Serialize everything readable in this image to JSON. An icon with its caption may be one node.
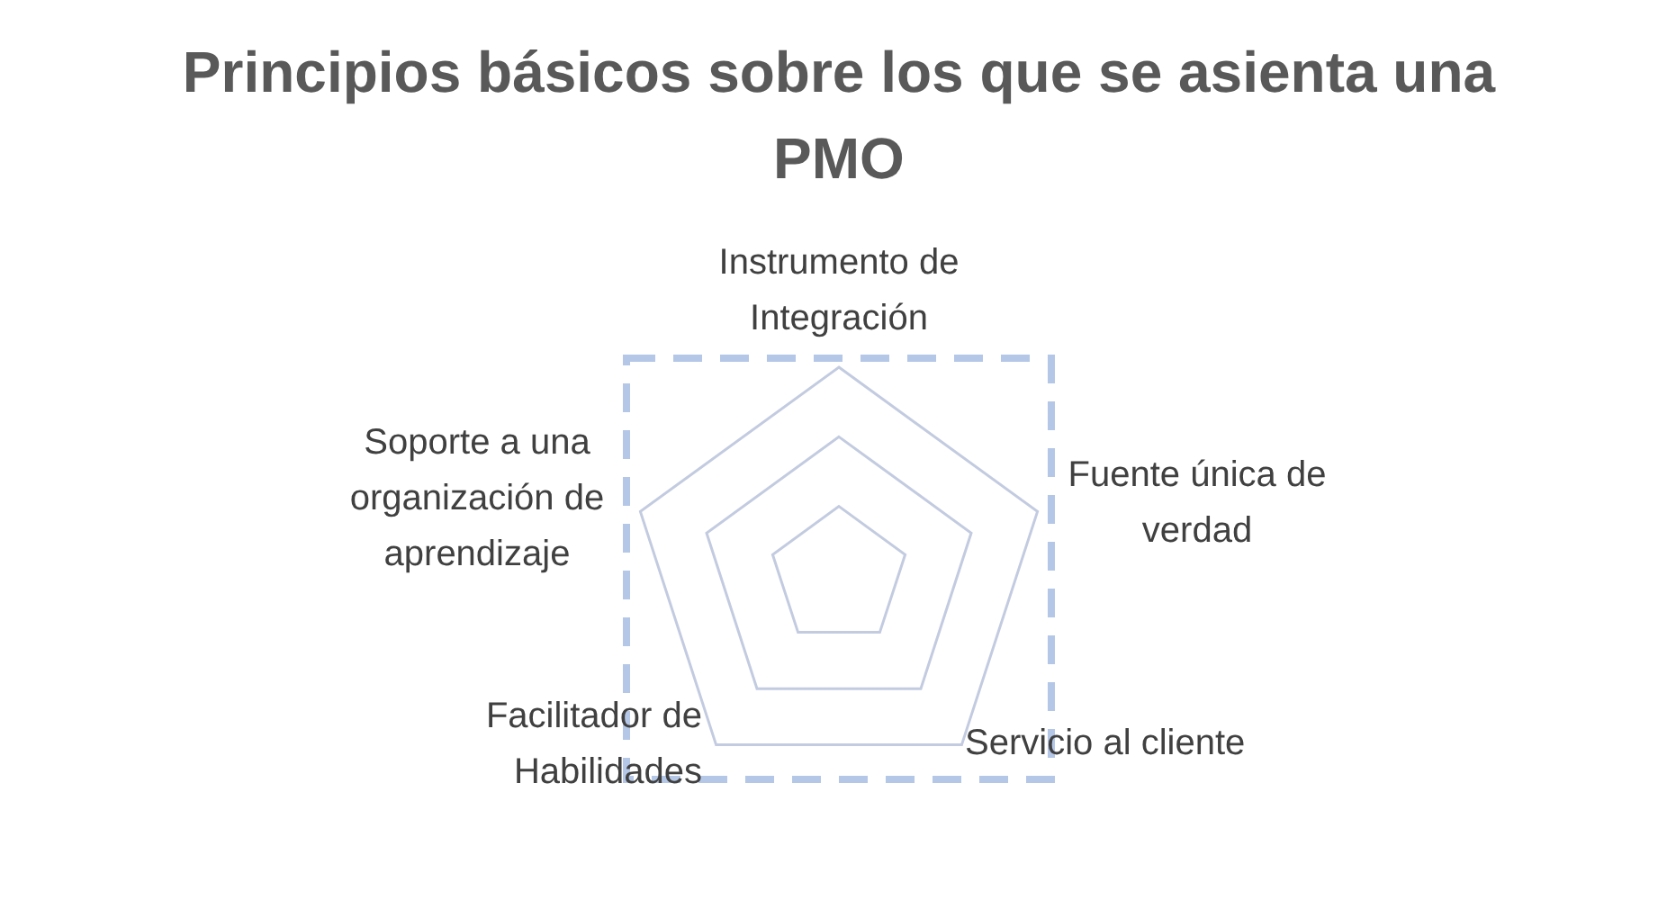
{
  "diagram": {
    "title": "Principios básicos sobre los que se asienta una PMO",
    "labels": [
      "Instrumento de Integración",
      "Fuente única de verdad",
      "Servicio al cliente",
      "Facilitador de Habilidades",
      "Soporte a una organización de aprendizaje"
    ]
  }
}
